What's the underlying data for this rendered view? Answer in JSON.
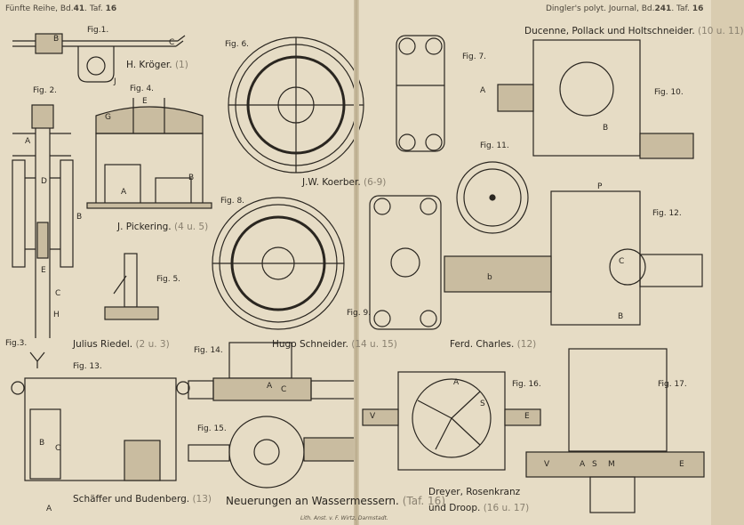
{
  "header": {
    "left_prefix": "Fünfte Reihe, Bd.",
    "left_vol": "41",
    "left_sep": ". Taf.",
    "left_plate": "16",
    "right_prefix": "Dingler's polyt. Journal, Bd.",
    "right_vol": "241",
    "right_sep": ". Taf.",
    "right_plate": "16"
  },
  "figures": {
    "fig1": "Fig.1.",
    "fig2": "Fig. 2.",
    "fig3": "Fig.3.",
    "fig4": "Fig. 4.",
    "fig5": "Fig. 5.",
    "fig6": "Fig. 6.",
    "fig7": "Fig. 7.",
    "fig8": "Fig. 8.",
    "fig9": "Fig. 9.",
    "fig10": "Fig. 10.",
    "fig11": "Fig. 11.",
    "fig12": "Fig. 12.",
    "fig13": "Fig. 13.",
    "fig14": "Fig. 14.",
    "fig15": "Fig. 15.",
    "fig16": "Fig. 16.",
    "fig17": "Fig. 17."
  },
  "inventors": {
    "kroeger_name": "H. Kröger.",
    "kroeger_ref": "(1)",
    "pickering_name": "J. Pickering.",
    "pickering_ref": "(4 u. 5)",
    "riedel_name": "Julius Riedel.",
    "riedel_ref": "(2 u. 3)",
    "koerber_name": "J.W. Koerber.",
    "koerber_ref": "(6-9)",
    "ducenne_name": "Ducenne, Pollack und Holtschneider.",
    "ducenne_ref": "(10 u. 11)",
    "schneider_name": "Hugo Schneider.",
    "schneider_ref": "(14 u. 15)",
    "charles_name": "Ferd. Charles.",
    "charles_ref": "(12)",
    "schaeffer_name": "Schäffer und Budenberg.",
    "schaeffer_ref": "(13)",
    "dreyer_line1": "Dreyer, Rosenkranz",
    "dreyer_line2": "und Droop.",
    "dreyer_ref": "(16 u. 17)"
  },
  "plate_title": {
    "text": "Neuerungen an Wassermessern.",
    "ref": "(Taf. 16)"
  },
  "imprint": "Lith. Anst. v. F. Wirtz, Darmstadt.",
  "part_letters": {
    "fig1": [
      "B",
      "C",
      "J"
    ],
    "fig2": [
      "A",
      "B",
      "D",
      "E",
      "C",
      "H"
    ],
    "fig4": [
      "E",
      "G",
      "A",
      "B"
    ],
    "fig10": [
      "A",
      "B"
    ],
    "fig12": [
      "P",
      "b",
      "B",
      "C"
    ],
    "fig13": [
      "B",
      "C",
      "A"
    ],
    "fig14": [
      "A",
      "C"
    ],
    "fig16": [
      "A",
      "S",
      "V",
      "E"
    ],
    "fig17": [
      "V",
      "A",
      "S",
      "M",
      "E"
    ]
  },
  "colors": {
    "paper": "#e6dcc5",
    "ink": "#2a2620",
    "fold": "#b9ab8c",
    "wash": "#c9bca0"
  }
}
